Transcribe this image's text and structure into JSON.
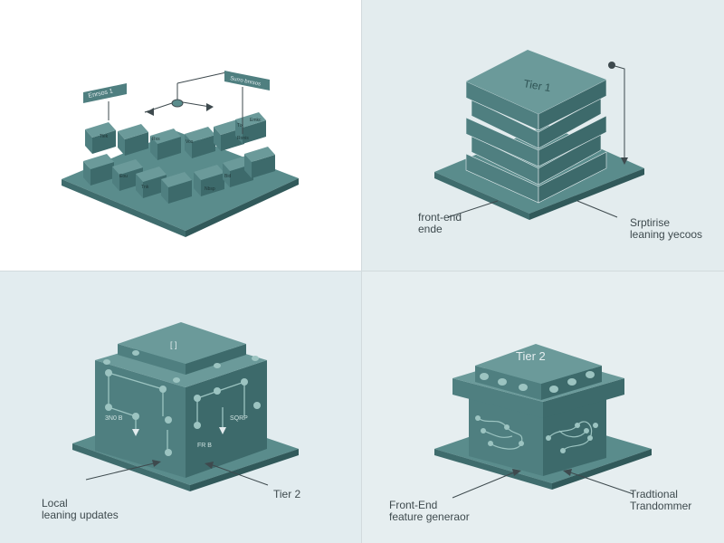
{
  "colors": {
    "top": "#6b9a9a",
    "left": "#4f7f80",
    "right": "#3d6a6b",
    "base_top": "#5a8c8c",
    "base_side": "#3f6c6d",
    "ink": "#3e4a4e",
    "dot": "#9cc4c1"
  },
  "panel_tl": {
    "callout_left": "Enrsos 1",
    "callout_right": "Surro bnrsos",
    "labels": [
      "Tiek",
      "Rxs",
      "Vos",
      "Ronis",
      "Eou",
      "Tnk",
      "Nbsp",
      "Bid",
      "Tix",
      "Emkc"
    ]
  },
  "panel_tr": {
    "stack_title": "Tier 1",
    "caption_left": [
      "front-end",
      "ende"
    ],
    "caption_right": [
      "Srptirise",
      "leaning yecoos"
    ]
  },
  "panel_bl": {
    "top_glyph": "[ ]",
    "left_face_text": "3N0 B",
    "right_face_text": "FR B",
    "right_face_text2": "SQRP",
    "caption_left": [
      "Local",
      "leaning updates"
    ],
    "caption_right": [
      "Tier 2"
    ]
  },
  "panel_br": {
    "title": "Tier 2",
    "caption_left": [
      "Front-End",
      "feature generaor"
    ],
    "caption_right": [
      "Tradtional",
      "Trandommer"
    ]
  }
}
